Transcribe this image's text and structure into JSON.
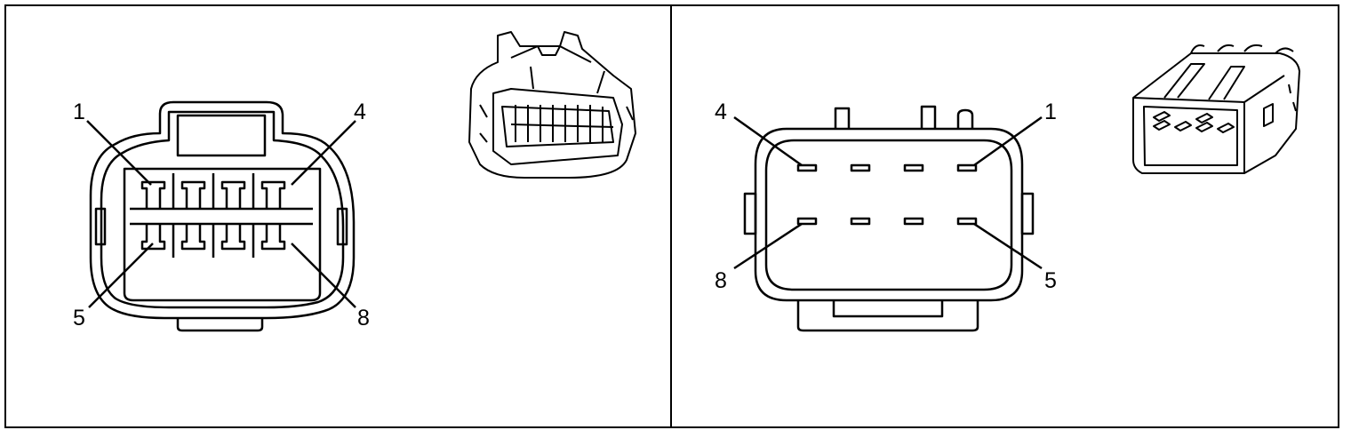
{
  "left_panel": {
    "pin_labels": {
      "top_left": "1",
      "top_right": "4",
      "bottom_left": "5",
      "bottom_right": "8"
    }
  },
  "right_panel": {
    "pin_labels": {
      "top_left": "4",
      "top_right": "1",
      "bottom_left": "8",
      "bottom_right": "5"
    }
  }
}
